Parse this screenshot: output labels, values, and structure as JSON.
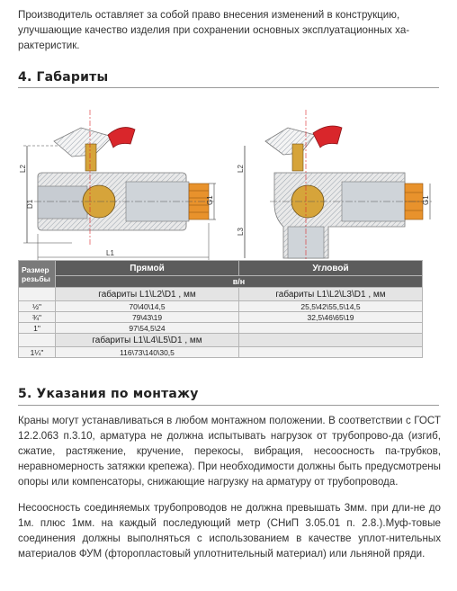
{
  "intro": {
    "line1": "Производитель оставляет за собой право внесения изменений в конструкцию,",
    "line2": "улучшающие качество изделия при сохранении основных эксплуатационных ха-",
    "line3": "рактеристик."
  },
  "section4": {
    "title": "4. Габариты"
  },
  "drawing_labels": {
    "l1": "L1",
    "l2": "L2",
    "d1": "D1",
    "g1": "G1",
    "l3": "L3",
    "g": "G"
  },
  "table": {
    "size_header": "Размер резьбы",
    "col_straight": "Прямой",
    "col_angle": "Угловой",
    "sub_header": "в/н",
    "dims_straight": "габариты L1\\L2\\D1 , мм",
    "dims_angle": "габариты L1\\L2\\L3\\D1 , мм",
    "dims_straight_2": "габариты L1\\L4\\L5\\D1 , мм",
    "rows": [
      {
        "size": "½\"",
        "straight": "70\\40\\14,5",
        "angle": "25,5\\42\\55,5\\14,5"
      },
      {
        "size": "¾\"",
        "straight": "79\\43\\19",
        "angle": "32,5\\46\\65\\19"
      },
      {
        "size": "1\"",
        "straight": "97\\54,5\\24",
        "angle": ""
      }
    ],
    "row_last": {
      "size": "1¼\"",
      "straight": "116\\73\\140\\30,5",
      "angle": ""
    }
  },
  "section5": {
    "title": "5. Указания по монтажу"
  },
  "para1": "Краны могут устанавливаться в любом монтажном положении. В соответствии с ГОСТ 12.2.063 п.3.10, арматура не должна испытывать нагрузок от трубопрово-да (изгиб, сжатие, растяжение, кручение, перекосы, вибрация, несоосность па-трубков, неравномерность затяжки крепежа). При необходимости должны быть предусмотрены опоры или компенсаторы, снижающие нагрузку на арматуру от трубопровода.",
  "para2": "Несоосность соединяемых трубопроводов не должна превышать 3мм. при дли-не до 1м. плюс 1мм. на каждый последующий метр (СНиП 3.05.01 п. 2.8.).Муф-товые соединения должны выполняться с использованием в качестве уплот-нительных материалов ФУМ (фторопластовый уплотнительный материал) или льняной пряди.",
  "colors": {
    "valve_red": "#d9262b",
    "thread_orange": "#e8922c",
    "brass": "#d6a43a",
    "table_dark": "#5c5c5c"
  }
}
